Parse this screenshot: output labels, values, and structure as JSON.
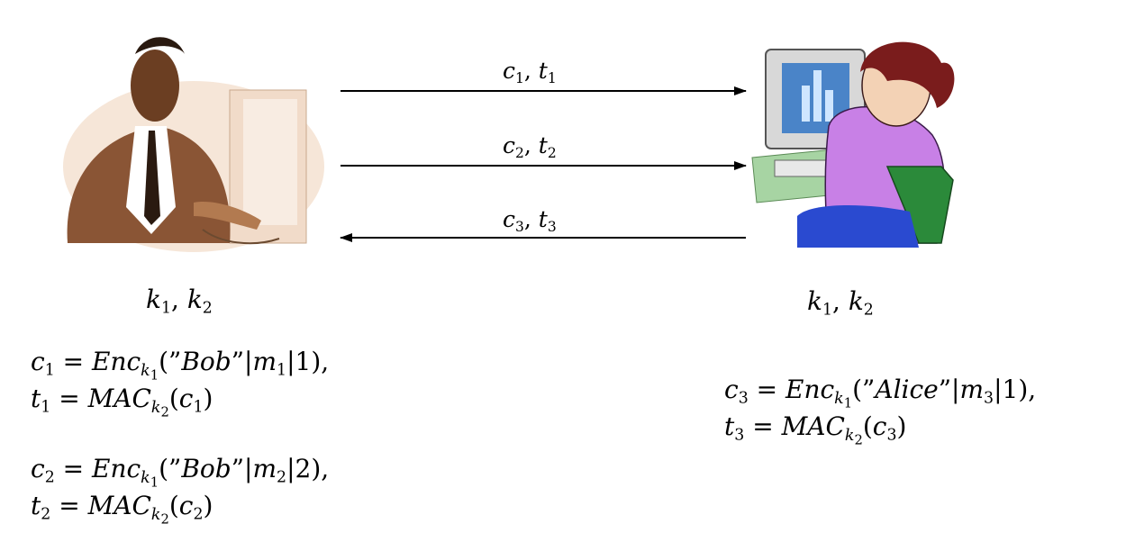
{
  "arrows": [
    {
      "c": "c",
      "t": "t",
      "index": "1",
      "direction": "right"
    },
    {
      "c": "c",
      "t": "t",
      "index": "2",
      "direction": "right"
    },
    {
      "c": "c",
      "t": "t",
      "index": "3",
      "direction": "left"
    }
  ],
  "left_party": {
    "keys": {
      "k": "k",
      "i1": "1",
      "i2": "2"
    },
    "equations": [
      {
        "c_idx": "1",
        "name": "Bob",
        "m_idx": "1",
        "ctr": "1",
        "trail": ",",
        "t_idx": "1"
      },
      {
        "c_idx": "2",
        "name": "Bob",
        "m_idx": "2",
        "ctr": "2",
        "trail": ",",
        "t_idx": "2"
      }
    ]
  },
  "right_party": {
    "keys": {
      "k": "k",
      "i1": "1",
      "i2": "2"
    },
    "equations": [
      {
        "c_idx": "3",
        "name": "Alice",
        "m_idx": "3",
        "ctr": "1",
        "trail": ",",
        "t_idx": "3"
      }
    ]
  },
  "ops": {
    "enc": "Enc",
    "mac": "MAC"
  },
  "colors": {
    "arrow": "#000000",
    "bob_skin": "#8a5535",
    "alice_shirt": "#c880e6",
    "alice_hair": "#7a1c1c",
    "chair": "#2b8a3a"
  }
}
